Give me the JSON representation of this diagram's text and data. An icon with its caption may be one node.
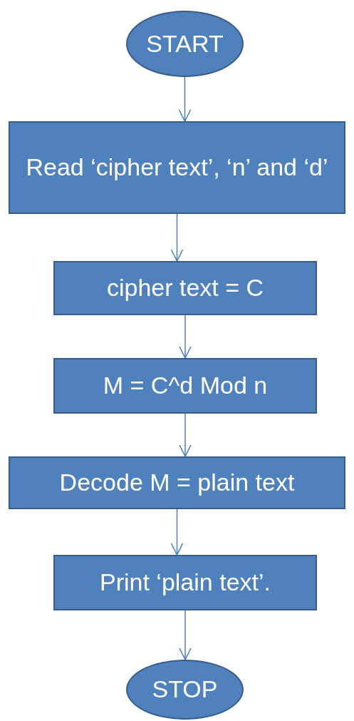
{
  "diagram": {
    "nodes": [
      {
        "text": [
          "START"
        ]
      },
      {
        "text": [
          "Read ‘cipher text’, ‘n’ and ‘d’"
        ]
      },
      {
        "text": [
          "cipher text = C"
        ]
      },
      {
        "text": [
          "M = C^d Mod n"
        ]
      },
      {
        "text": [
          "Decode M = plain text"
        ]
      },
      {
        "text": [
          "Print ‘plain text’."
        ]
      },
      {
        "text": [
          "STOP"
        ]
      }
    ],
    "edges": [
      {
        "from": 0,
        "to": 1,
        "arrow": "to"
      },
      {
        "from": 1,
        "to": 2,
        "arrow": "to"
      },
      {
        "from": 2,
        "to": 3,
        "arrow": "to"
      },
      {
        "from": 3,
        "to": 4,
        "arrow": "to"
      },
      {
        "from": 4,
        "to": 5,
        "arrow": "to"
      },
      {
        "from": 5,
        "to": 6,
        "arrow": "to"
      }
    ]
  }
}
